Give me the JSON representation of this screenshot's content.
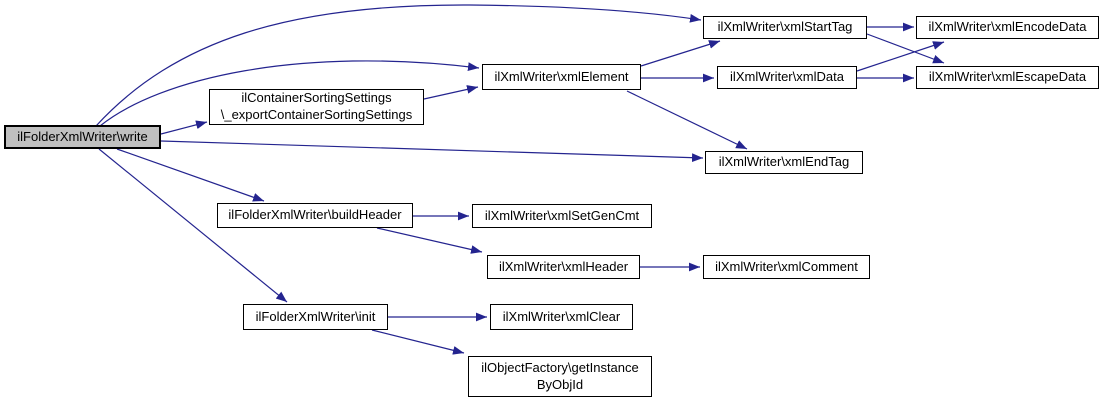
{
  "diagram": {
    "type": "call-graph",
    "focus_node": "ilFolderXmlWriter\\write"
  },
  "colors": {
    "edge": "#24248f",
    "node_border": "#000000",
    "node_fill": "#ffffff",
    "focus_node_fill": "#c0c0c0",
    "text": "#000000",
    "background": "#ffffff"
  },
  "nodes": [
    {
      "id": "write",
      "label": "ilFolderXmlWriter\\write"
    },
    {
      "id": "export-container-sorting-settings",
      "label": "ilContainerSortingSettings\n\\_exportContainerSortingSettings"
    },
    {
      "id": "xml-element",
      "label": "ilXmlWriter\\xmlElement"
    },
    {
      "id": "xml-start-tag",
      "label": "ilXmlWriter\\xmlStartTag"
    },
    {
      "id": "xml-encode-data",
      "label": "ilXmlWriter\\xmlEncodeData"
    },
    {
      "id": "xml-data",
      "label": "ilXmlWriter\\xmlData"
    },
    {
      "id": "xml-escape-data",
      "label": "ilXmlWriter\\xmlEscapeData"
    },
    {
      "id": "xml-end-tag",
      "label": "ilXmlWriter\\xmlEndTag"
    },
    {
      "id": "build-header",
      "label": "ilFolderXmlWriter\\buildHeader"
    },
    {
      "id": "xml-set-gen-cmt",
      "label": "ilXmlWriter\\xmlSetGenCmt"
    },
    {
      "id": "xml-header",
      "label": "ilXmlWriter\\xmlHeader"
    },
    {
      "id": "xml-comment",
      "label": "ilXmlWriter\\xmlComment"
    },
    {
      "id": "init",
      "label": "ilFolderXmlWriter\\init"
    },
    {
      "id": "xml-clear",
      "label": "ilXmlWriter\\xmlClear"
    },
    {
      "id": "get-instance-by-obj-id",
      "label": "ilObjectFactory\\getInstance\nByObjId"
    }
  ],
  "edges": [
    {
      "from": "write",
      "to": "xml-start-tag"
    },
    {
      "from": "write",
      "to": "xml-element"
    },
    {
      "from": "write",
      "to": "export-container-sorting-settings"
    },
    {
      "from": "write",
      "to": "xml-end-tag"
    },
    {
      "from": "write",
      "to": "build-header"
    },
    {
      "from": "write",
      "to": "init"
    },
    {
      "from": "export-container-sorting-settings",
      "to": "xml-element"
    },
    {
      "from": "xml-element",
      "to": "xml-start-tag"
    },
    {
      "from": "xml-element",
      "to": "xml-data"
    },
    {
      "from": "xml-element",
      "to": "xml-end-tag"
    },
    {
      "from": "xml-start-tag",
      "to": "xml-encode-data"
    },
    {
      "from": "xml-start-tag",
      "to": "xml-escape-data"
    },
    {
      "from": "xml-data",
      "to": "xml-encode-data"
    },
    {
      "from": "xml-data",
      "to": "xml-escape-data"
    },
    {
      "from": "build-header",
      "to": "xml-set-gen-cmt"
    },
    {
      "from": "build-header",
      "to": "xml-header"
    },
    {
      "from": "xml-header",
      "to": "xml-comment"
    },
    {
      "from": "init",
      "to": "xml-clear"
    },
    {
      "from": "init",
      "to": "get-instance-by-obj-id"
    }
  ]
}
